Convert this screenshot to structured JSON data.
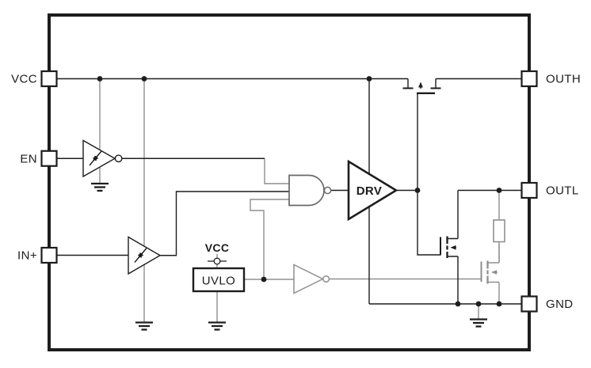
{
  "diagram_type": "ic-functional-block-diagram",
  "pins": {
    "left": [
      {
        "label": "VCC"
      },
      {
        "label": "EN"
      },
      {
        "label": "IN+"
      }
    ],
    "right": [
      {
        "label": "OUTH"
      },
      {
        "label": "OUTL"
      },
      {
        "label": "GND"
      }
    ]
  },
  "blocks": {
    "driver_label": "DRV",
    "uvlo_label": "UVLO",
    "uvlo_supply_label": "VCC"
  },
  "icons": {
    "ground": "ground-symbol",
    "hysteresis": "schmitt-hysteresis-symbol",
    "junction": "junction-dot"
  },
  "colors": {
    "line": "#1d1d1d",
    "secondary_line": "#8f8f8f",
    "nand_outline": "#686868",
    "background": "#ffffff"
  }
}
